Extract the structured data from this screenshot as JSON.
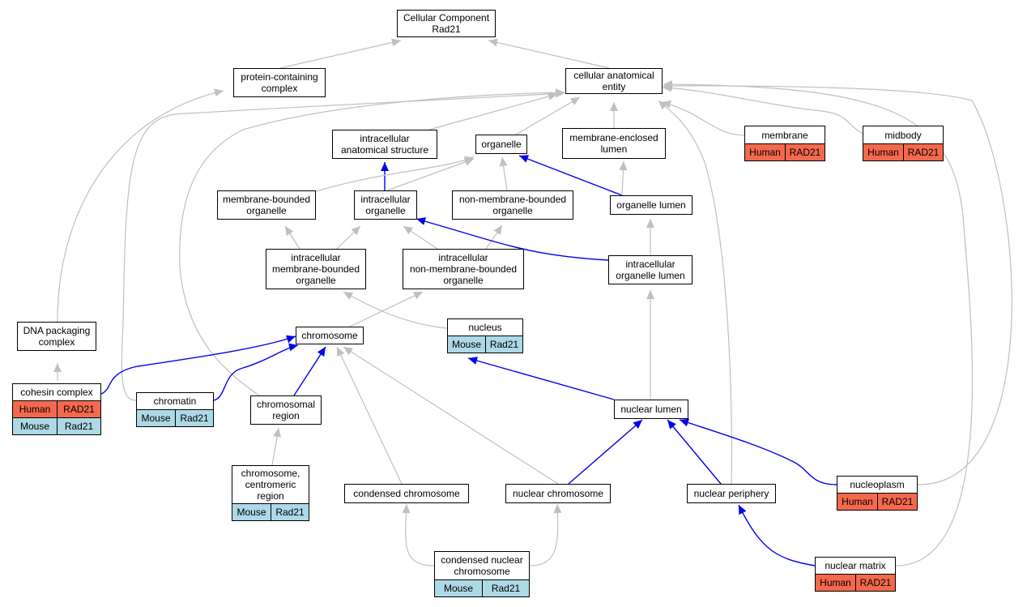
{
  "colors": {
    "human": "#f4694d",
    "mouse": "#add8e6",
    "grey_edge": "#c0c0c0",
    "blue_edge": "#0000ee"
  },
  "nodes": {
    "cc_root": "Cellular Component\nRad21",
    "protein_complex": "protein-containing\ncomplex",
    "anatomical_entity": "cellular anatomical\nentity",
    "intracellular_structure": "intracellular\nanatomical structure",
    "organelle": "organelle",
    "membrane_enclosed_lumen": "membrane-enclosed\nlumen",
    "membrane": "membrane",
    "midbody": "midbody",
    "membrane_bounded_organelle": "membrane-bounded\norganelle",
    "intracellular_organelle": "intracellular\norganelle",
    "non_membrane_bounded_organelle": "non-membrane-bounded\norganelle",
    "organelle_lumen": "organelle lumen",
    "ic_membrane_bounded": "intracellular\nmembrane-bounded\norganelle",
    "ic_non_membrane_bounded": "intracellular\nnon-membrane-bounded\norganelle",
    "ic_organelle_lumen": "intracellular\norganelle lumen",
    "dna_packaging": "DNA packaging\ncomplex",
    "chromosome": "chromosome",
    "nucleus": "nucleus",
    "cohesin": "cohesin complex",
    "chromatin": "chromatin",
    "chromosomal_region": "chromosomal\nregion",
    "nuclear_lumen": "nuclear lumen",
    "centromeric": "chromosome,\ncentromeric\nregion",
    "condensed_chromosome": "condensed chromosome",
    "nuclear_chromosome": "nuclear chromosome",
    "nuclear_periphery": "nuclear periphery",
    "nucleoplasm": "nucleoplasm",
    "condensed_nuclear": "condensed nuclear\nchromosome",
    "nuclear_matrix": "nuclear matrix"
  },
  "annotations": {
    "membrane": [
      [
        "Human",
        "RAD21"
      ]
    ],
    "midbody": [
      [
        "Human",
        "RAD21"
      ]
    ],
    "nucleus": [
      [
        "Mouse",
        "Rad21"
      ]
    ],
    "cohesin": [
      [
        "Human",
        "RAD21"
      ],
      [
        "Mouse",
        "Rad21"
      ]
    ],
    "chromatin": [
      [
        "Mouse",
        "Rad21"
      ]
    ],
    "centromeric": [
      [
        "Mouse",
        "Rad21"
      ]
    ],
    "nucleoplasm": [
      [
        "Human",
        "RAD21"
      ]
    ],
    "condensed_nuclear": [
      [
        "Mouse",
        "Rad21"
      ]
    ],
    "nuclear_matrix": [
      [
        "Human",
        "RAD21"
      ]
    ]
  }
}
